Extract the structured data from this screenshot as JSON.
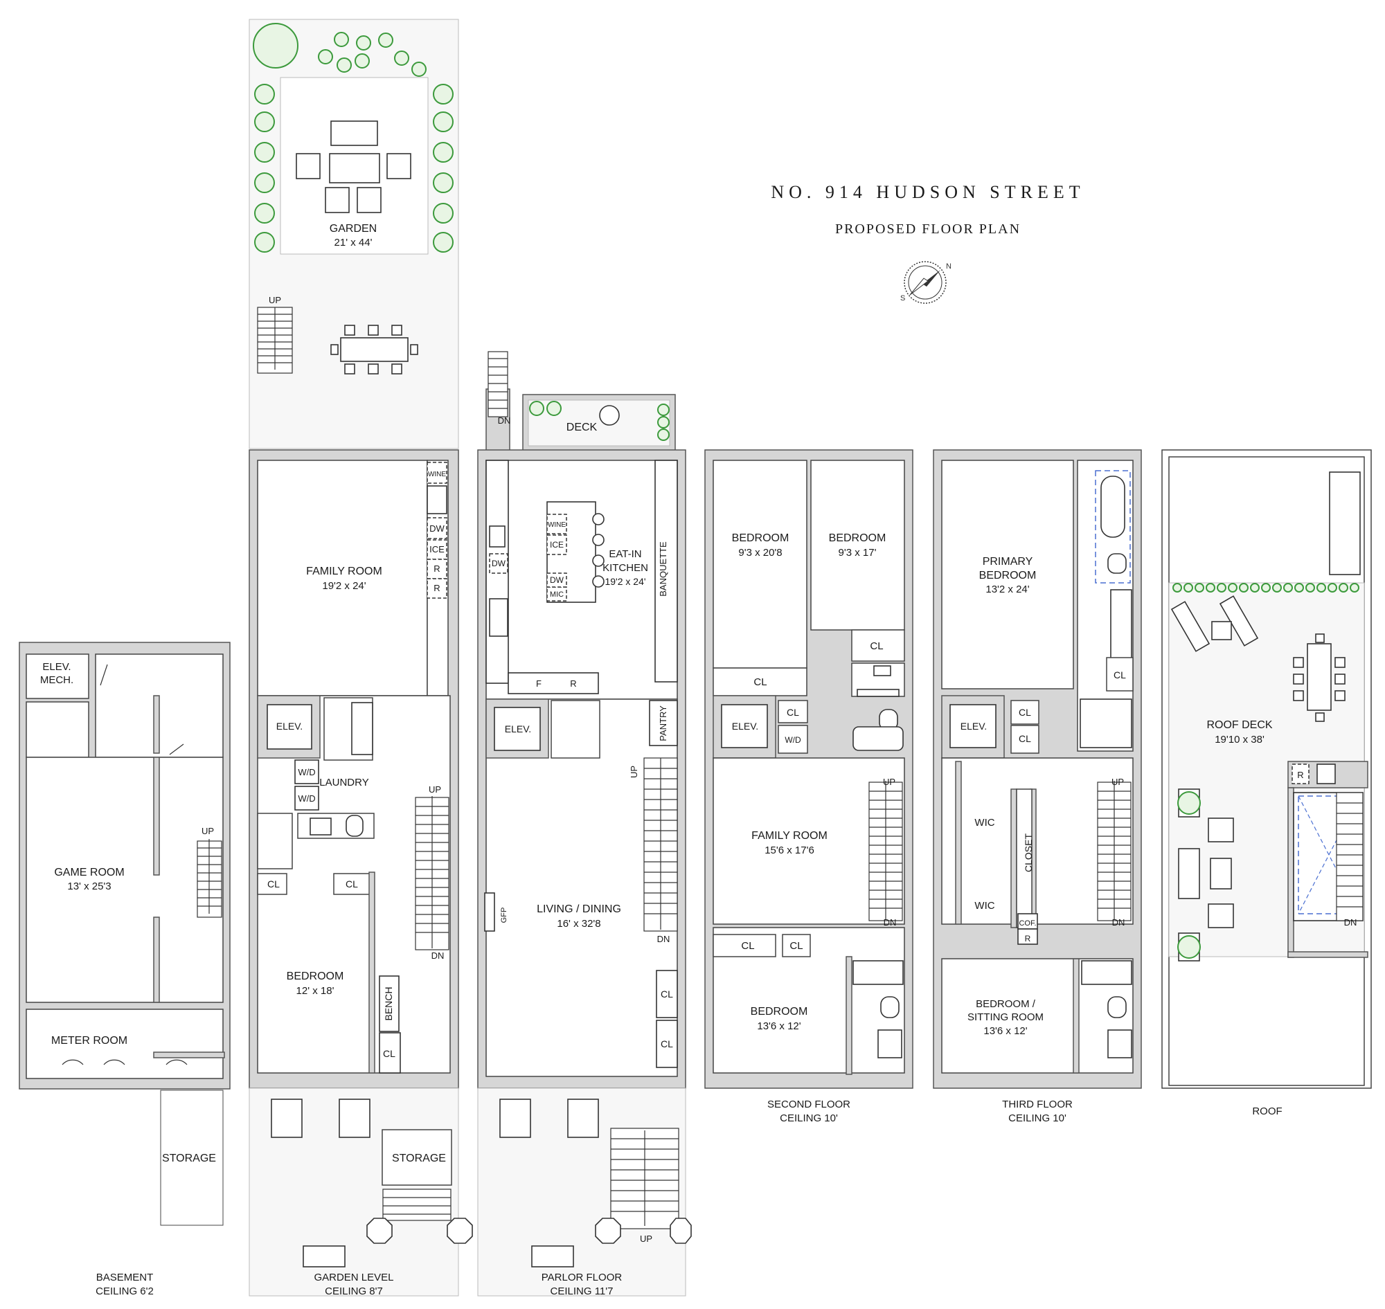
{
  "title": {
    "address": "NO. 914 HUDSON STREET",
    "subtitle": "PROPOSED FLOOR PLAN",
    "compass_north": "N",
    "compass_south": "S"
  },
  "floors": {
    "basement": {
      "name": "BASEMENT",
      "ceiling": "CEILING 6'2",
      "rooms": {
        "elev_mech_1": "ELEV.",
        "elev_mech_2": "MECH.",
        "game_room": "GAME ROOM",
        "game_room_size": "13' x 25'3",
        "meter_room": "METER ROOM",
        "storage": "STORAGE",
        "up": "UP"
      }
    },
    "garden": {
      "name": "GARDEN LEVEL",
      "ceiling": "CEILING 8'7",
      "rooms": {
        "garden": "GARDEN",
        "garden_size": "21' x 44'",
        "up": "UP",
        "family_room": "FAMILY ROOM",
        "family_room_size": "19'2 x 24'",
        "wine": "WINE",
        "dw": "DW",
        "ice": "ICE",
        "r1": "R",
        "r2": "R",
        "elev": "ELEV.",
        "laundry": "LAUNDRY",
        "wd1": "W/D",
        "wd2": "W/D",
        "stair_up": "UP",
        "stair_dn": "DN",
        "cl1": "CL",
        "cl2": "CL",
        "bedroom": "BEDROOM",
        "bedroom_size": "12' x 18'",
        "bench": "BENCH",
        "cl3": "CL",
        "storage": "STORAGE"
      }
    },
    "parlor": {
      "name": "PARLOR FLOOR",
      "ceiling": "CEILING 11'7",
      "rooms": {
        "dn": "DN",
        "deck": "DECK",
        "kitchen_1": "EAT-IN",
        "kitchen_2": "KITCHEN",
        "kitchen_size": "19'2 x 24'",
        "banquette": "BANQUETTE",
        "wine": "WINE",
        "ice": "ICE",
        "dw_island": "DW",
        "mic": "MIC",
        "dw": "DW",
        "f": "F",
        "r": "R",
        "elev": "ELEV.",
        "pantry": "PANTRY",
        "stair_up": "UP",
        "stair_dn": "DN",
        "gfp": "GFP",
        "living": "LIVING / DINING",
        "living_size": "16' x 32'8",
        "cl1": "CL",
        "cl2": "CL",
        "stoop_up": "UP"
      }
    },
    "second": {
      "name": "SECOND FLOOR",
      "ceiling": "CEILING 10'",
      "rooms": {
        "bedroom_a": "BEDROOM",
        "bedroom_a_size": "9'3 x 20'8",
        "bedroom_b": "BEDROOM",
        "bedroom_b_size": "9'3 x 17'",
        "cl_a": "CL",
        "cl_b": "CL",
        "cl_c": "CL",
        "elev": "ELEV.",
        "wd": "W/D",
        "family_room": "FAMILY ROOM",
        "family_room_size": "15'6 x 17'6",
        "stair_up": "UP",
        "stair_dn": "DN",
        "cl_d": "CL",
        "cl_e": "CL",
        "bedroom_c": "BEDROOM",
        "bedroom_c_size": "13'6 x 12'"
      }
    },
    "third": {
      "name": "THIRD FLOOR",
      "ceiling": "CEILING 10'",
      "rooms": {
        "primary_1": "PRIMARY",
        "primary_2": "BEDROOM",
        "primary_size": "13'2 x 24'",
        "cl_a": "CL",
        "cl_b": "CL",
        "cl_c": "CL",
        "elev": "ELEV.",
        "wic1": "WIC",
        "wic2": "WIC",
        "closet": "CLOSET",
        "cof": "COF.",
        "r": "R",
        "stair_up": "UP",
        "stair_dn": "DN",
        "bedroom_1": "BEDROOM /",
        "bedroom_2": "SITTING ROOM",
        "bedroom_size": "13'6 x 12'"
      }
    },
    "roof": {
      "name": "ROOF",
      "rooms": {
        "roof_deck": "ROOF DECK",
        "roof_deck_size": "19'10 x 38'",
        "r": "R",
        "dn": "DN"
      }
    }
  },
  "colors": {
    "wall": "#d6d6d6",
    "line": "#333333",
    "plant": "#3c9a3c",
    "skylight": "#4a6fd1"
  }
}
